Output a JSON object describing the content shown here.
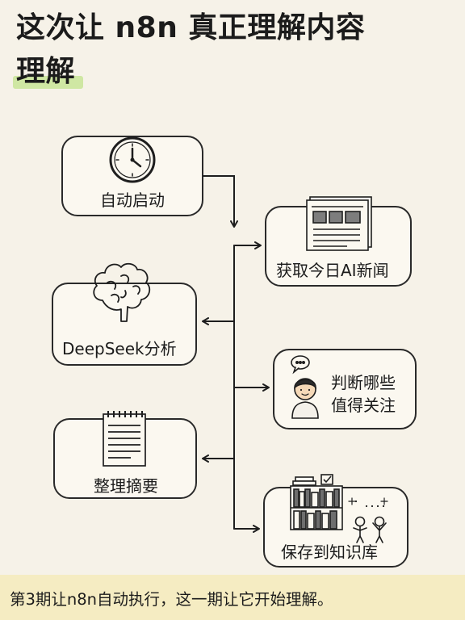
{
  "title": {
    "line1": "这次让 n8n 真正理解内容",
    "line2": "理解"
  },
  "nodes": {
    "auto_start": "自动启动",
    "fetch_news": "获取今日AI新闻",
    "deepseek": "DeepSeek分析",
    "judge_line1": "判断哪些",
    "judge_line2": "值得关注",
    "summarize": "整理摘要",
    "save": "保存到知识库"
  },
  "footer": "第3期让n8n自动执行，这一期让它开始理解。"
}
